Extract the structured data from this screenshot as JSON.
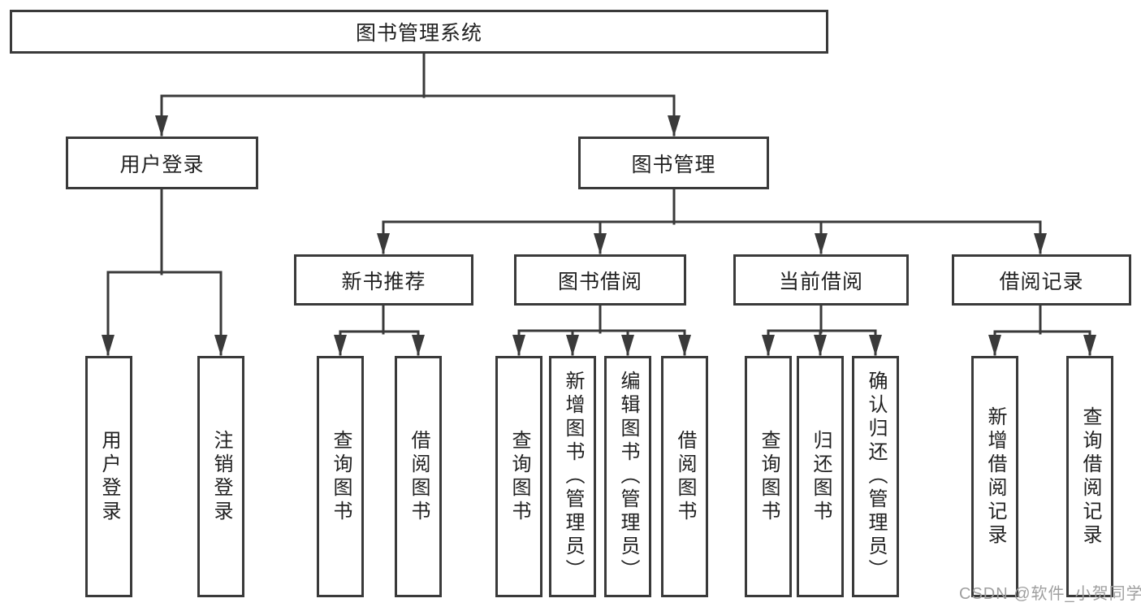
{
  "diagram_title": "图书管理系统",
  "tree": {
    "root": "图书管理系统",
    "children": [
      {
        "label": "用户登录",
        "children": [
          {
            "label": "用户登录"
          },
          {
            "label": "注销登录"
          }
        ]
      },
      {
        "label": "图书管理",
        "children": [
          {
            "label": "新书推荐",
            "children": [
              {
                "label": "查询图书"
              },
              {
                "label": "借阅图书"
              }
            ]
          },
          {
            "label": "图书借阅",
            "children": [
              {
                "label": "查询图书"
              },
              {
                "label": "新增图书（管理员）"
              },
              {
                "label": "编辑图书（管理员）"
              },
              {
                "label": "借阅图书"
              }
            ]
          },
          {
            "label": "当前借阅",
            "children": [
              {
                "label": "查询图书"
              },
              {
                "label": "归还图书"
              },
              {
                "label": "确认归还（管理员）"
              }
            ]
          },
          {
            "label": "借阅记录",
            "children": [
              {
                "label": "新增借阅记录"
              },
              {
                "label": "查询借阅记录"
              }
            ]
          }
        ]
      }
    ]
  },
  "watermark": "CSDN @软件_小贺同学",
  "colors": {
    "line": "#3a3a3a",
    "text": "#212121",
    "background": "#ffffff",
    "watermark": "#9f9f9f"
  }
}
